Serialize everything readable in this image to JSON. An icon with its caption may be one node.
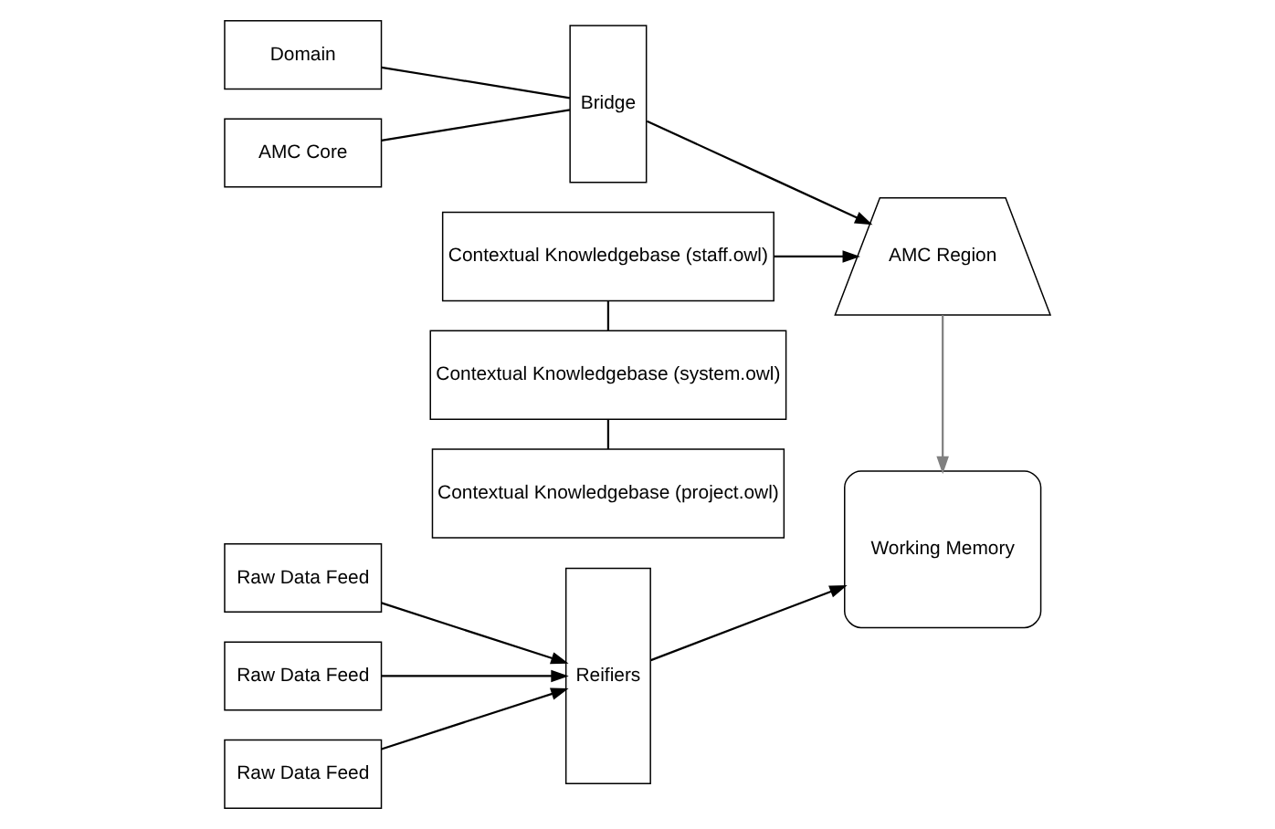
{
  "diagram": {
    "nodes": [
      {
        "text": [
          "Domain"
        ]
      },
      {
        "text": [
          "AMC Core"
        ]
      },
      {
        "text": [
          "Bridge"
        ]
      },
      {
        "text": [
          "AMC Region"
        ]
      },
      {
        "text": [
          "Contextual Knowledgebase (staff.owl)"
        ]
      },
      {
        "text": [
          "Contextual Knowledgebase (system.owl)"
        ]
      },
      {
        "text": [
          "Contextual Knowledgebase (project.owl)"
        ]
      },
      {
        "text": [
          "Raw Data Feed"
        ]
      },
      {
        "text": [
          "Raw Data Feed"
        ]
      },
      {
        "text": [
          "Raw Data Feed"
        ]
      },
      {
        "text": [
          "Reifiers"
        ]
      },
      {
        "text": [
          "Working Memory"
        ]
      }
    ],
    "edges": [
      {
        "from": 0,
        "to": 2,
        "arrow": "none"
      },
      {
        "from": 1,
        "to": 2,
        "arrow": "none"
      },
      {
        "from": 2,
        "to": 3,
        "arrow": "to"
      },
      {
        "from": 4,
        "to": 3,
        "arrow": "to"
      },
      {
        "from": 3,
        "to": 11,
        "arrow": "to",
        "color": "#808080"
      },
      {
        "from": 4,
        "to": 5,
        "arrow": "none"
      },
      {
        "from": 5,
        "to": 6,
        "arrow": "none"
      },
      {
        "from": 7,
        "to": 10,
        "arrow": "to"
      },
      {
        "from": 8,
        "to": 10,
        "arrow": "to"
      },
      {
        "from": 9,
        "to": 10,
        "arrow": "to"
      },
      {
        "from": 10,
        "to": 11,
        "arrow": "to"
      }
    ]
  }
}
